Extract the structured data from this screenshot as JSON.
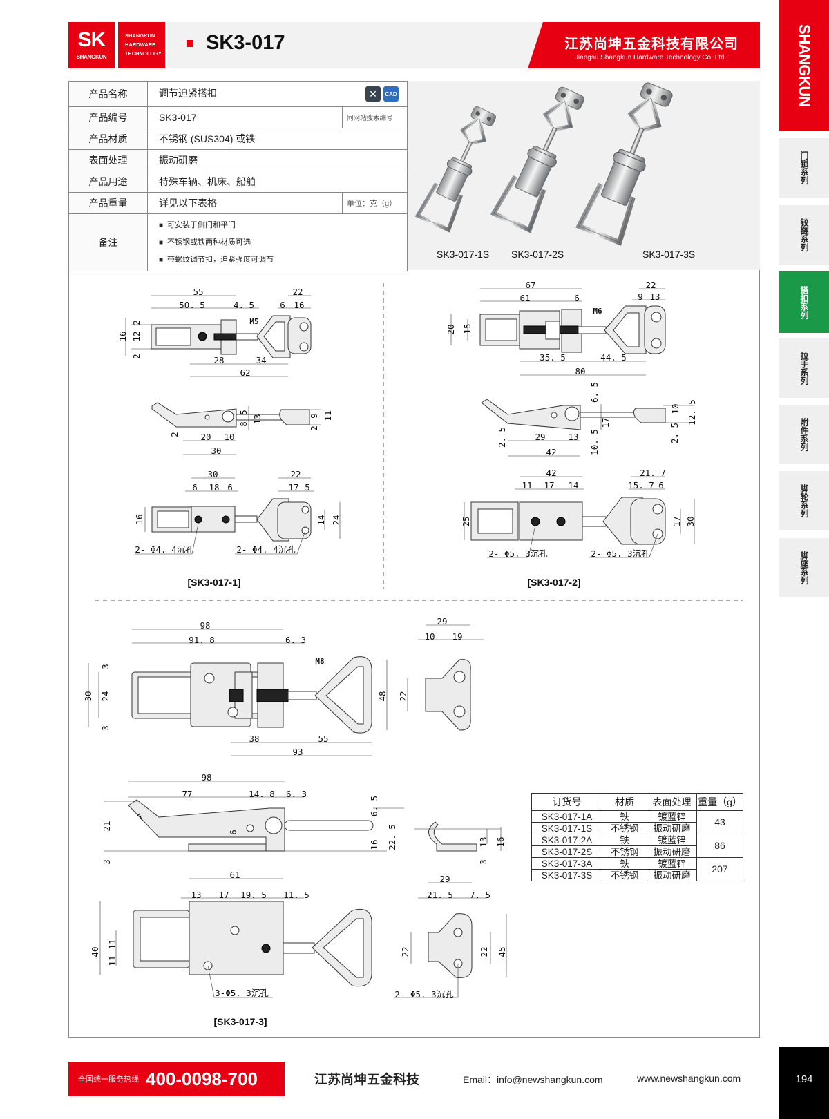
{
  "header": {
    "logo_mark": "SK",
    "logo_sub": "SHANGKUN",
    "logo_lines": [
      "SHANGKUN",
      "HARDWARE",
      "TECHNOLOGY"
    ],
    "model": "SK3-017",
    "company_cn": "江苏尚坤五金科技有限公司",
    "company_en": "Jiangsu Shangkun Hardware Technology Co. Ltd..",
    "accent": "#e60012"
  },
  "sidebar": {
    "brand": "SHANGKUN",
    "items": [
      {
        "label": "门锁系列"
      },
      {
        "label": "铰链系列"
      },
      {
        "label": "搭扣系列",
        "active": true
      },
      {
        "label": "拉手系列"
      },
      {
        "label": "附件系列"
      },
      {
        "label": "脚轮系列"
      },
      {
        "label": "脚座系列"
      }
    ],
    "active_color": "#1a9a48"
  },
  "info": {
    "rows": [
      {
        "label": "产品名称",
        "value": "调节迫紧搭扣"
      },
      {
        "label": "产品编号",
        "value": "SK3-017",
        "note": "同网站搜索编号"
      },
      {
        "label": "产品材质",
        "value": "不锈钢 (SUS304) 或铁"
      },
      {
        "label": "表面处理",
        "value": "振动研磨"
      },
      {
        "label": "产品用途",
        "value": "特殊车辆、机床、船舶"
      },
      {
        "label": "产品重量",
        "value": "详见以下表格",
        "note": "单位：克（g）"
      }
    ],
    "remarks_label": "备注",
    "remarks": [
      "可安装于侧门和平门",
      "不锈钢或铁两种材质可选",
      "带螺纹调节扣，迫紧强度可调节"
    ],
    "cad_label": "CAD"
  },
  "photo": {
    "captions": [
      "SK3-017-1S",
      "SK3-017-2S",
      "SK3-017-3S"
    ]
  },
  "drawings": {
    "d1": {
      "title": "[SK3-017-1]",
      "hole_note": "2- Φ4. 4沉孔",
      "dims": [
        "55",
        "50. 5",
        "4. 5",
        "22",
        "6",
        "16",
        "M5",
        "16",
        "12",
        "2",
        "2",
        "28",
        "34",
        "62",
        "2",
        "20",
        "10",
        "30",
        "5",
        "8",
        "13",
        "9",
        "11",
        "2",
        "30",
        "6",
        "18",
        "6",
        "22",
        "17",
        "5",
        "16",
        "14",
        "24"
      ]
    },
    "d2": {
      "title": "[SK3-017-2]",
      "hole_note": "2- Φ5. 3沉孔",
      "dims": [
        "67",
        "61",
        "6",
        "22",
        "9",
        "13",
        "M6",
        "20",
        "15",
        "35. 5",
        "44. 5",
        "80",
        "6. 5",
        "10",
        "12. 5",
        "17",
        "2. 5",
        "29",
        "13",
        "42",
        "10. 5",
        "2. 5",
        "42",
        "11",
        "17",
        "14",
        "21. 7",
        "15. 7",
        "6",
        "25",
        "17",
        "30"
      ]
    },
    "d3": {
      "title": "[SK3-017-3]",
      "hole_note_body": "3-Φ5. 3沉孔",
      "hole_note_plate": "2- Φ5. 3沉孔",
      "dims": [
        "98",
        "91. 8",
        "6. 3",
        "M8",
        "3",
        "30",
        "24",
        "3",
        "48",
        "38",
        "55",
        "93",
        "29",
        "10",
        "19",
        "22",
        "98",
        "77",
        "14. 8",
        "6. 3",
        "7",
        "21",
        "6",
        "3",
        "6. 5",
        "16",
        "22. 5",
        "13",
        "16",
        "3",
        "61",
        "13",
        "17",
        "19. 5",
        "11. 5",
        "40",
        "11",
        "11",
        "29",
        "21. 5",
        "7. 5",
        "22",
        "22",
        "45"
      ]
    }
  },
  "order_table": {
    "headers": [
      "订货号",
      "材质",
      "表面处理",
      "重量（g）"
    ],
    "rows": [
      {
        "code": "SK3-017-1A",
        "material": "铁",
        "finish": "镀蓝锌",
        "weight": "43"
      },
      {
        "code": "SK3-017-1S",
        "material": "不锈钢",
        "finish": "振动研磨"
      },
      {
        "code": "SK3-017-2A",
        "material": "铁",
        "finish": "镀蓝锌",
        "weight": "86"
      },
      {
        "code": "SK3-017-2S",
        "material": "不锈钢",
        "finish": "振动研磨"
      },
      {
        "code": "SK3-017-3A",
        "material": "铁",
        "finish": "镀蓝锌",
        "weight": "207"
      },
      {
        "code": "SK3-017-3S",
        "material": "不锈钢",
        "finish": "振动研磨"
      }
    ]
  },
  "footer": {
    "hotline_label": "全国统一服务热线",
    "hotline": "400-0098-700",
    "company": "江苏尚坤五金科技",
    "email": "Email：info@newshangkun.com",
    "website": "www.newshangkun.com",
    "page": "194"
  }
}
